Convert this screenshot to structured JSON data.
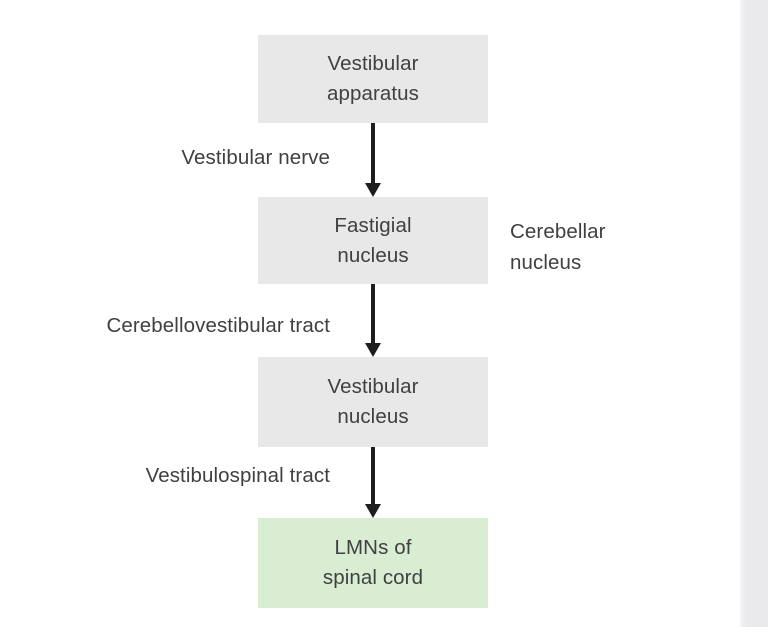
{
  "flowchart": {
    "type": "vertical-flowchart",
    "nodes": [
      {
        "id": "vestibular-apparatus",
        "label": "Vestibular\napparatus",
        "fill": "#e8e8e8"
      },
      {
        "id": "fastigial-nucleus",
        "label": "Fastigial\nnucleus",
        "fill": "#e8e8e8"
      },
      {
        "id": "vestibular-nucleus",
        "label": "Vestibular\nnucleus",
        "fill": "#e8e8e8"
      },
      {
        "id": "lmns-of-spinal-cord",
        "label": "LMNs of\nspinal cord",
        "fill": "#d9edd2"
      }
    ],
    "edges": [
      {
        "from": "vestibular-apparatus",
        "to": "fastigial-nucleus",
        "label": "Vestibular nerve"
      },
      {
        "from": "fastigial-nucleus",
        "to": "vestibular-nucleus",
        "label": "Cerebellovestibular tract"
      },
      {
        "from": "vestibular-nucleus",
        "to": "lmns-of-spinal-cord",
        "label": "Vestibulospinal tract"
      }
    ],
    "side_note": {
      "attached_to": "fastigial-nucleus",
      "label": "Cerebellar\nnucleus"
    },
    "colors": {
      "node_fill_gray": "#e8e8e8",
      "node_fill_green": "#d9edd2",
      "text": "#404042",
      "arrow": "#1e1e1e",
      "right_panel_band": "#eaeaec",
      "background": "#ffffff"
    }
  }
}
